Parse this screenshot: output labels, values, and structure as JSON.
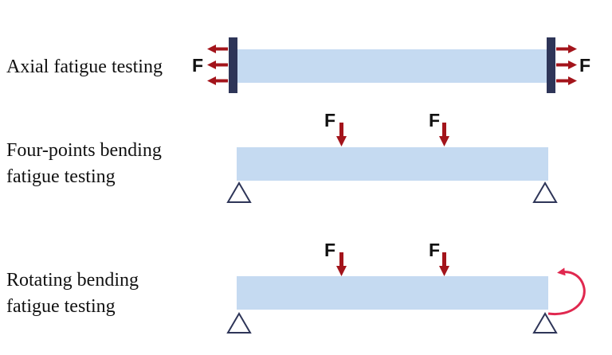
{
  "colors": {
    "beam": "#c5daf1",
    "arrow": "#a3141b",
    "grip": "#2e3558",
    "support": "#2e3558",
    "rotation": "#e0284f"
  },
  "rows": [
    {
      "label_lines": [
        "Axial fatigue testing"
      ],
      "forces": [
        "F",
        "F"
      ]
    },
    {
      "label_lines": [
        "Four-points bending",
        "fatigue testing"
      ],
      "forces": [
        "F",
        "F"
      ]
    },
    {
      "label_lines": [
        "Rotating bending",
        "fatigue testing"
      ],
      "forces": [
        "F",
        "F"
      ]
    }
  ]
}
